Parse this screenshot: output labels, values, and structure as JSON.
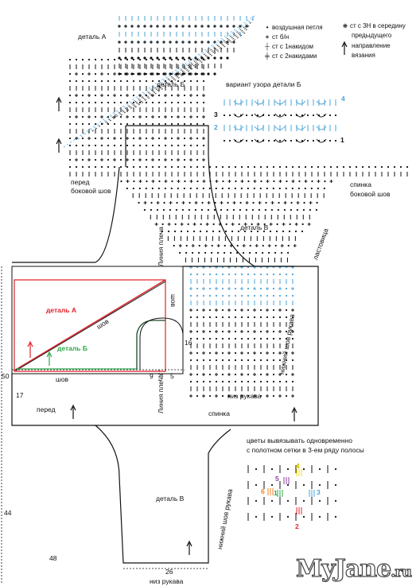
{
  "legend": {
    "chain": "воздушная петля",
    "sc": "ст б/н",
    "dc": "ст с 1накидом",
    "tr": "ст с 2накидами",
    "ttr_line1": "ст с 3Н в середину",
    "ttr_line2": "предыдущего",
    "dir_line1": "направление",
    "dir_line2": "вязания"
  },
  "chart_labels": {
    "detail_a": "деталь А",
    "detail_b": "деталь Б",
    "variant": "вариант узора детали Б",
    "front_side_1": "перед",
    "front_side_2": "боковой шов",
    "back_side_1": "спинка",
    "back_side_2": "боковой шов",
    "detail_v": "деталь В",
    "gusset": "ластовица",
    "shoulder_line": "Линия плеча",
    "sleeve_seam": "нижний шов рукава",
    "sleeve_bottom": "низ рукава",
    "rows": [
      "4",
      "3",
      "2",
      "1"
    ]
  },
  "schematic": {
    "detail_a": "деталь А",
    "detail_b": "деталь Б",
    "seam_diag": "шов",
    "seam_right": "шов",
    "seam_bottom": "шов",
    "front": "перед",
    "back": "спинка",
    "shoulder_line": "Линия плеча",
    "detail_v": "деталь В",
    "sleeve_seam": "нижний шов рукава",
    "sleeve_bottom": "низ рукава",
    "dims": {
      "d50": "50",
      "d17": "17",
      "d9": "9",
      "d5": "5",
      "d16": "16",
      "d44": "44",
      "d48": "48",
      "d26": "26"
    }
  },
  "color_note": {
    "line1": "цветы вывязывать одновременно",
    "line2": "с полотном сетки в 3-ем ряду полосы",
    "nums": [
      "1",
      "2",
      "3",
      "4",
      "5",
      "6"
    ]
  },
  "colors": {
    "blue": "#4aa3d8",
    "red": "#e0232b",
    "green": "#2aa84a",
    "yellow": "#f2e200",
    "orange": "#f58220",
    "purple": "#8b3fa0",
    "ink": "#111111"
  },
  "watermark": {
    "main": "MyJane",
    "tld": ".ru"
  }
}
